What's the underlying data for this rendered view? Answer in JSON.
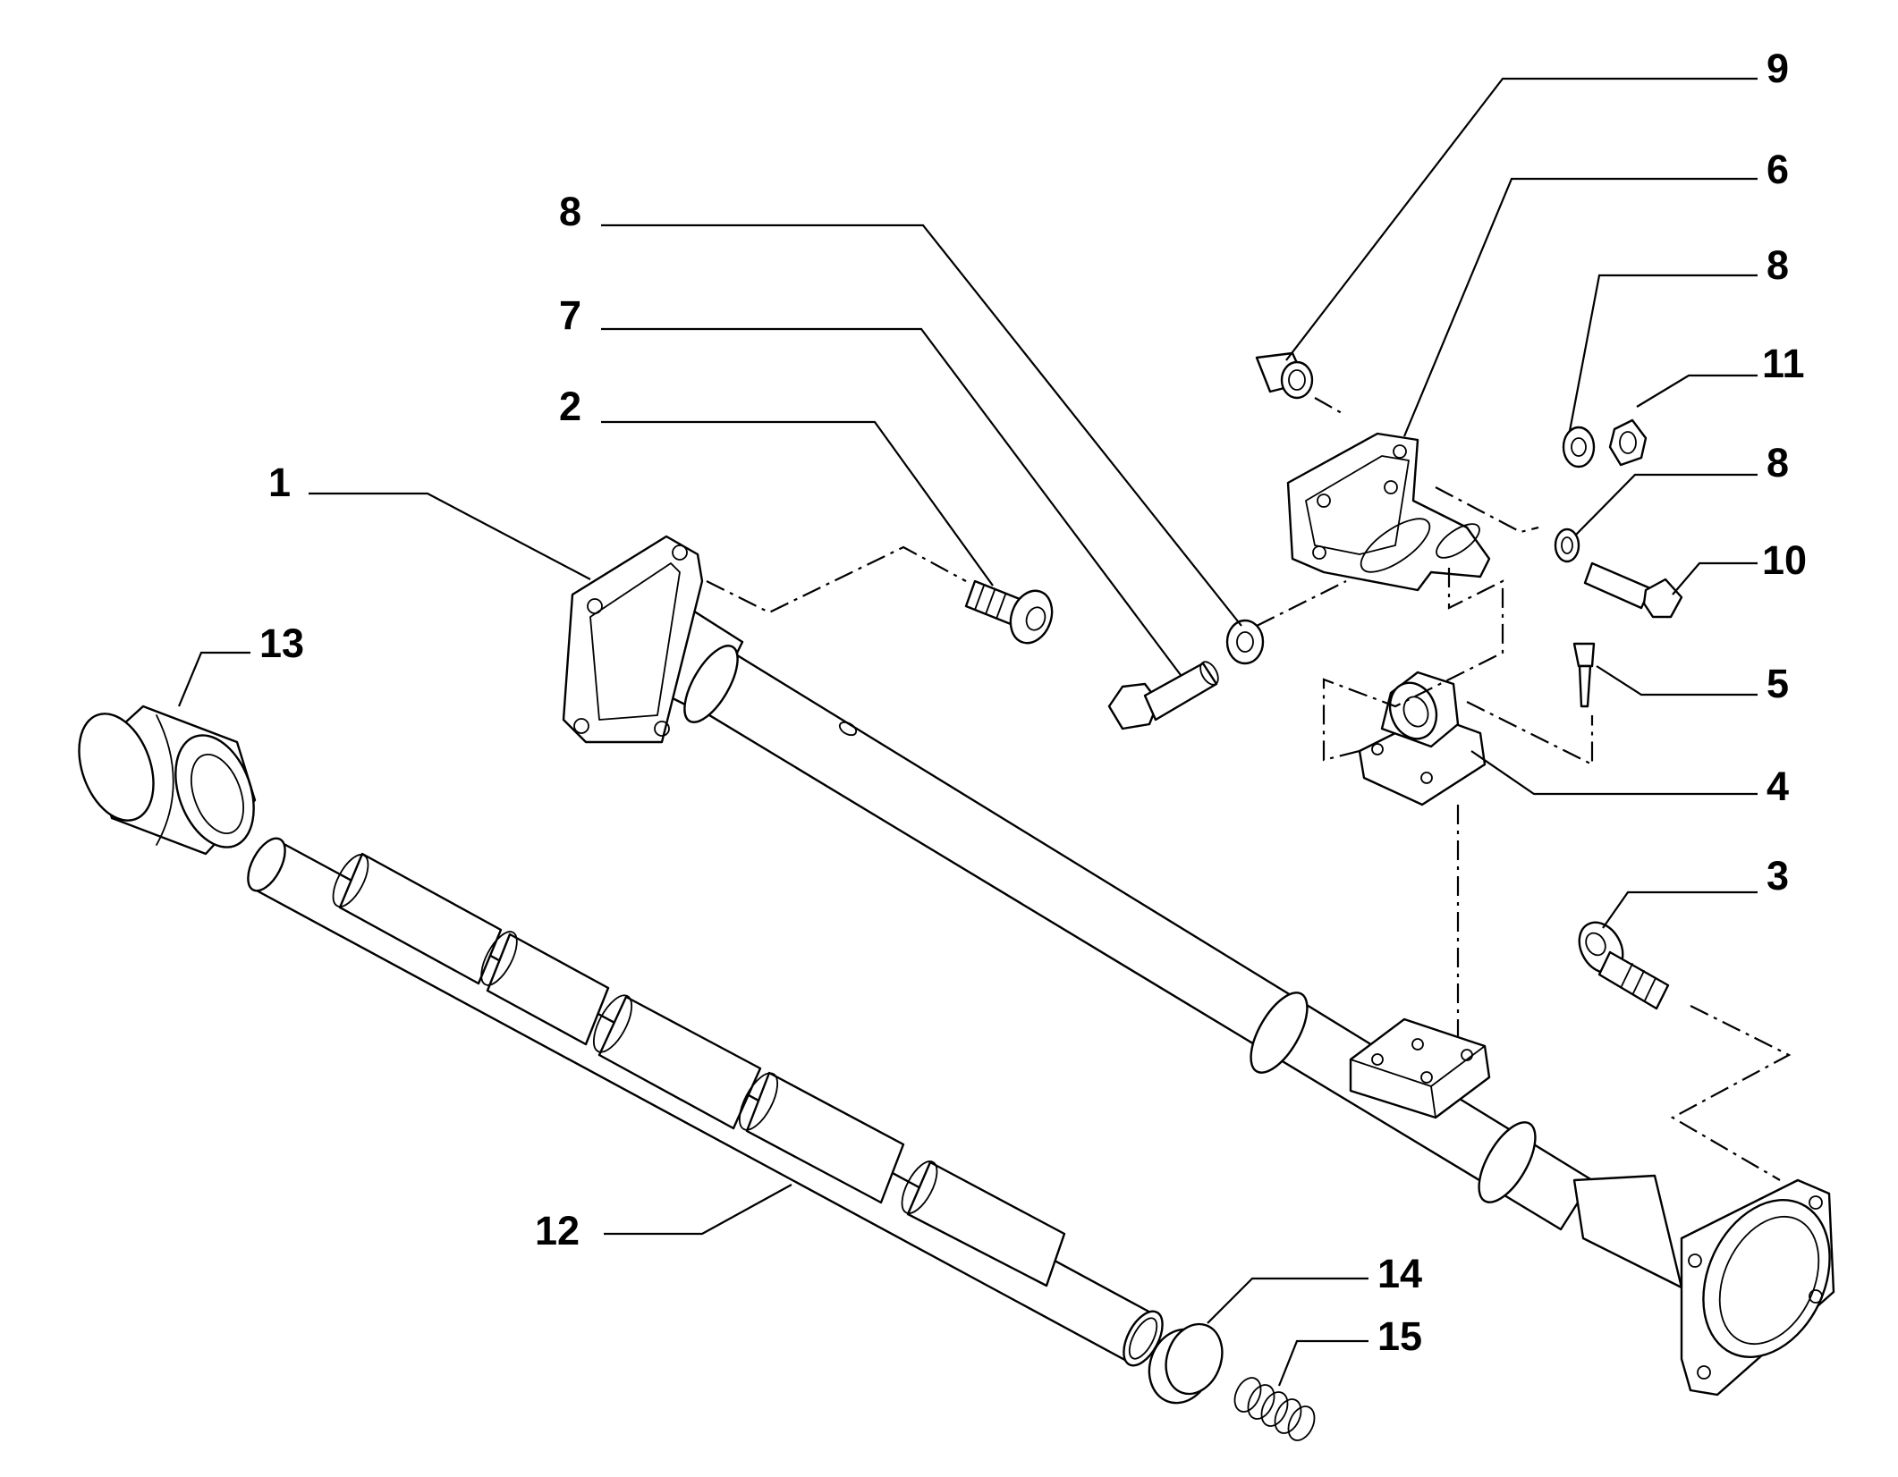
{
  "diagram": {
    "callouts": [
      {
        "id": "c1",
        "label": "1"
      },
      {
        "id": "c2",
        "label": "2"
      },
      {
        "id": "c3",
        "label": "3"
      },
      {
        "id": "c4",
        "label": "4"
      },
      {
        "id": "c5",
        "label": "5"
      },
      {
        "id": "c6",
        "label": "6"
      },
      {
        "id": "c7",
        "label": "7"
      },
      {
        "id": "c8a",
        "label": "8"
      },
      {
        "id": "c8b",
        "label": "8"
      },
      {
        "id": "c8c",
        "label": "8"
      },
      {
        "id": "c9",
        "label": "9"
      },
      {
        "id": "c10",
        "label": "10"
      },
      {
        "id": "c11",
        "label": "11"
      },
      {
        "id": "c12",
        "label": "12"
      },
      {
        "id": "c13",
        "label": "13"
      },
      {
        "id": "c14",
        "label": "14"
      },
      {
        "id": "c15",
        "label": "15"
      }
    ]
  }
}
